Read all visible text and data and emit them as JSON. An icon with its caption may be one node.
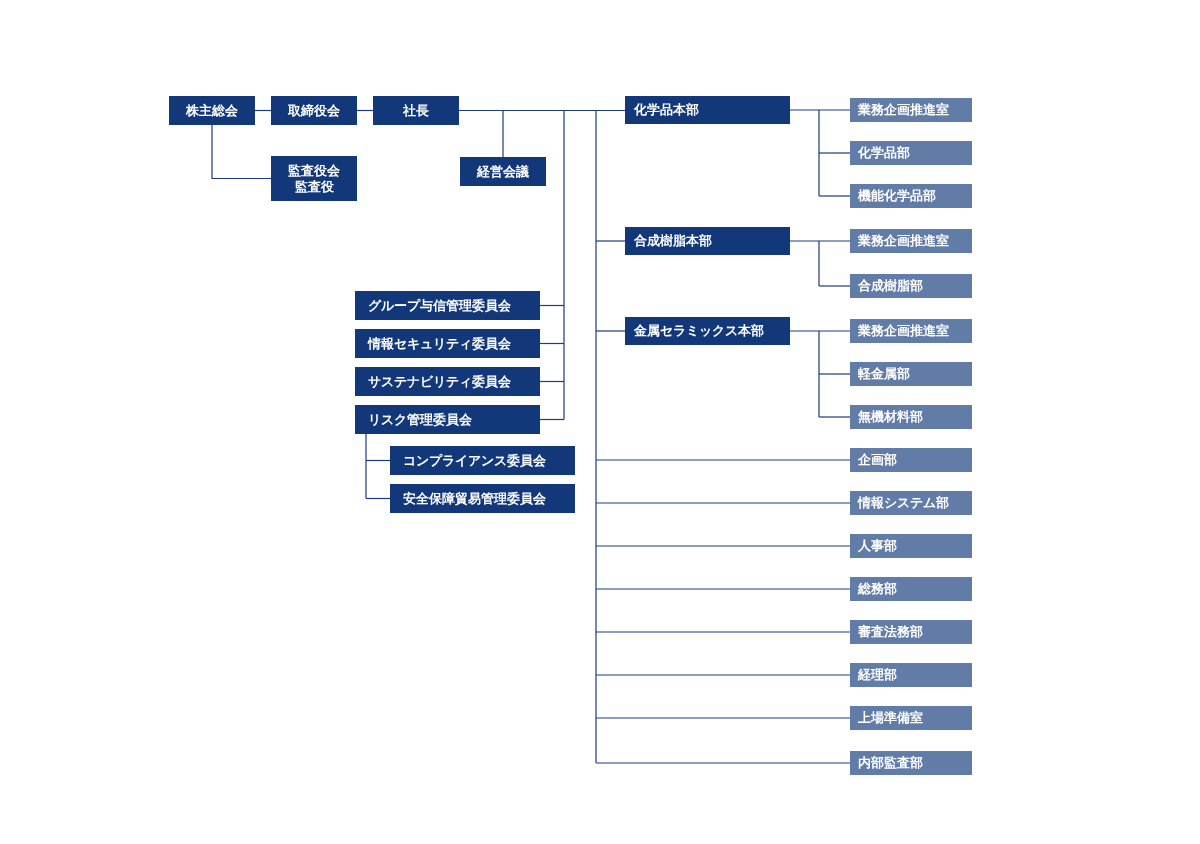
{
  "diagram": {
    "nodes": [
      {
        "text": [
          "株主総会"
        ]
      },
      {
        "text": [
          "取締役会"
        ]
      },
      {
        "text": [
          "社長"
        ]
      },
      {
        "text": [
          "監査役会",
          "監査役"
        ]
      },
      {
        "text": [
          "経営会議"
        ]
      },
      {
        "text": [
          "グループ与信管理委員会"
        ]
      },
      {
        "text": [
          "情報セキュリティ委員会"
        ]
      },
      {
        "text": [
          "サステナビリティ委員会"
        ]
      },
      {
        "text": [
          "リスク管理委員会"
        ]
      },
      {
        "text": [
          "コンプライアンス委員会"
        ]
      },
      {
        "text": [
          "安全保障貿易管理委員会"
        ]
      },
      {
        "text": [
          "化学品本部"
        ]
      },
      {
        "text": [
          "業務企画推進室"
        ]
      },
      {
        "text": [
          "化学品部"
        ]
      },
      {
        "text": [
          "機能化学品部"
        ]
      },
      {
        "text": [
          "合成樹脂本部"
        ]
      },
      {
        "text": [
          "業務企画推進室"
        ]
      },
      {
        "text": [
          "合成樹脂部"
        ]
      },
      {
        "text": [
          "金属セラミックス本部"
        ]
      },
      {
        "text": [
          "業務企画推進室"
        ]
      },
      {
        "text": [
          "軽金属部"
        ]
      },
      {
        "text": [
          "無機材料部"
        ]
      },
      {
        "text": [
          "企画部"
        ]
      },
      {
        "text": [
          "情報システム部"
        ]
      },
      {
        "text": [
          "人事部"
        ]
      },
      {
        "text": [
          "総務部"
        ]
      },
      {
        "text": [
          "審査法務部"
        ]
      },
      {
        "text": [
          "経理部"
        ]
      },
      {
        "text": [
          "上場準備室"
        ]
      },
      {
        "text": [
          "内部監査部"
        ]
      }
    ],
    "edges": [
      {
        "from": 0,
        "to": 1,
        "arrow": "none"
      },
      {
        "from": 1,
        "to": 2,
        "arrow": "none"
      },
      {
        "from": 0,
        "to": 3,
        "arrow": "none"
      },
      {
        "from": 2,
        "to": 4,
        "arrow": "none"
      },
      {
        "from": 2,
        "to": 5,
        "arrow": "none"
      },
      {
        "from": 2,
        "to": 6,
        "arrow": "none"
      },
      {
        "from": 2,
        "to": 7,
        "arrow": "none"
      },
      {
        "from": 2,
        "to": 8,
        "arrow": "none"
      },
      {
        "from": 8,
        "to": 9,
        "arrow": "none"
      },
      {
        "from": 8,
        "to": 10,
        "arrow": "none"
      },
      {
        "from": 2,
        "to": 11,
        "arrow": "none"
      },
      {
        "from": 11,
        "to": 12,
        "arrow": "none"
      },
      {
        "from": 11,
        "to": 13,
        "arrow": "none"
      },
      {
        "from": 11,
        "to": 14,
        "arrow": "none"
      },
      {
        "from": 2,
        "to": 15,
        "arrow": "none"
      },
      {
        "from": 15,
        "to": 16,
        "arrow": "none"
      },
      {
        "from": 15,
        "to": 17,
        "arrow": "none"
      },
      {
        "from": 2,
        "to": 18,
        "arrow": "none"
      },
      {
        "from": 18,
        "to": 19,
        "arrow": "none"
      },
      {
        "from": 18,
        "to": 20,
        "arrow": "none"
      },
      {
        "from": 18,
        "to": 21,
        "arrow": "none"
      },
      {
        "from": 2,
        "to": 22,
        "arrow": "none"
      },
      {
        "from": 2,
        "to": 23,
        "arrow": "none"
      },
      {
        "from": 2,
        "to": 24,
        "arrow": "none"
      },
      {
        "from": 2,
        "to": 25,
        "arrow": "none"
      },
      {
        "from": 2,
        "to": 26,
        "arrow": "none"
      },
      {
        "from": 2,
        "to": 27,
        "arrow": "none"
      },
      {
        "from": 2,
        "to": 28,
        "arrow": "none"
      },
      {
        "from": 2,
        "to": 29,
        "arrow": "none"
      }
    ]
  }
}
